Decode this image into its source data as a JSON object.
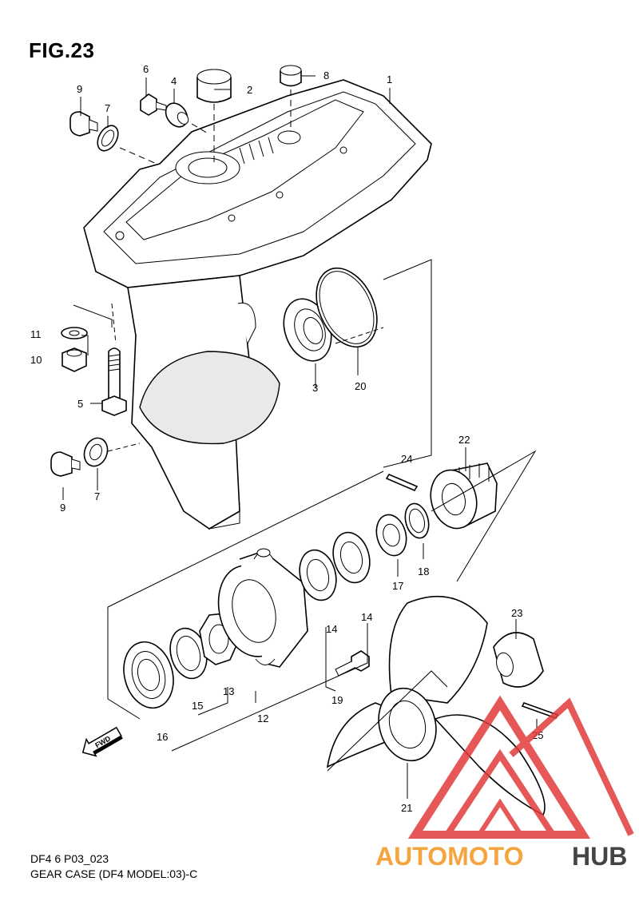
{
  "figure": {
    "title": "FIG.23",
    "code": "DF4 6 P03_023",
    "caption": "GEAR CASE (DF4 MODEL:03)-C"
  },
  "labels": {
    "p1": "1",
    "p2": "2",
    "p3": "3",
    "p4": "4",
    "p5": "5",
    "p6": "6",
    "p7a": "7",
    "p7b": "7",
    "p8": "8",
    "p9a": "9",
    "p9b": "9",
    "p10": "10",
    "p11": "11",
    "p12": "12",
    "p13": "13",
    "p14a": "14",
    "p14b": "14",
    "p15": "15",
    "p16": "16",
    "p17": "17",
    "p18": "18",
    "p19": "19",
    "p20": "20",
    "p21": "21",
    "p22": "22",
    "p23": "23",
    "p24": "24",
    "p25": "25"
  },
  "fwd_arrow": "FWD",
  "watermark": {
    "brand_part1": "AUTOMOTO",
    "brand_part2": "HUB",
    "colors": {
      "orange": "#f5a540",
      "red": "#e23b3b",
      "dark": "#444444"
    }
  }
}
